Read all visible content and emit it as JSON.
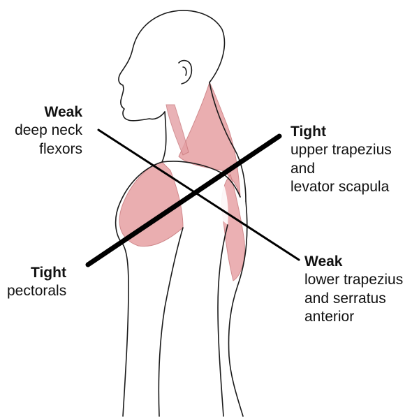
{
  "labels": {
    "weak_neck": {
      "heading": "Weak",
      "lines": [
        "deep neck",
        "flexors"
      ]
    },
    "tight_upper": {
      "heading": "Tight",
      "lines": [
        "upper trapezius",
        "and",
        "levator scapula"
      ]
    },
    "tight_pectorals": {
      "heading": "Tight",
      "lines": [
        "pectorals"
      ]
    },
    "weak_lower": {
      "heading": "Weak",
      "lines": [
        "lower trapezius",
        "and serratus",
        "anterior"
      ]
    }
  },
  "colors": {
    "muscle_fill": "#e8a3a6",
    "muscle_stroke": "#c9787c",
    "outline": "#1a1a1a",
    "cross_line": "#000000"
  }
}
